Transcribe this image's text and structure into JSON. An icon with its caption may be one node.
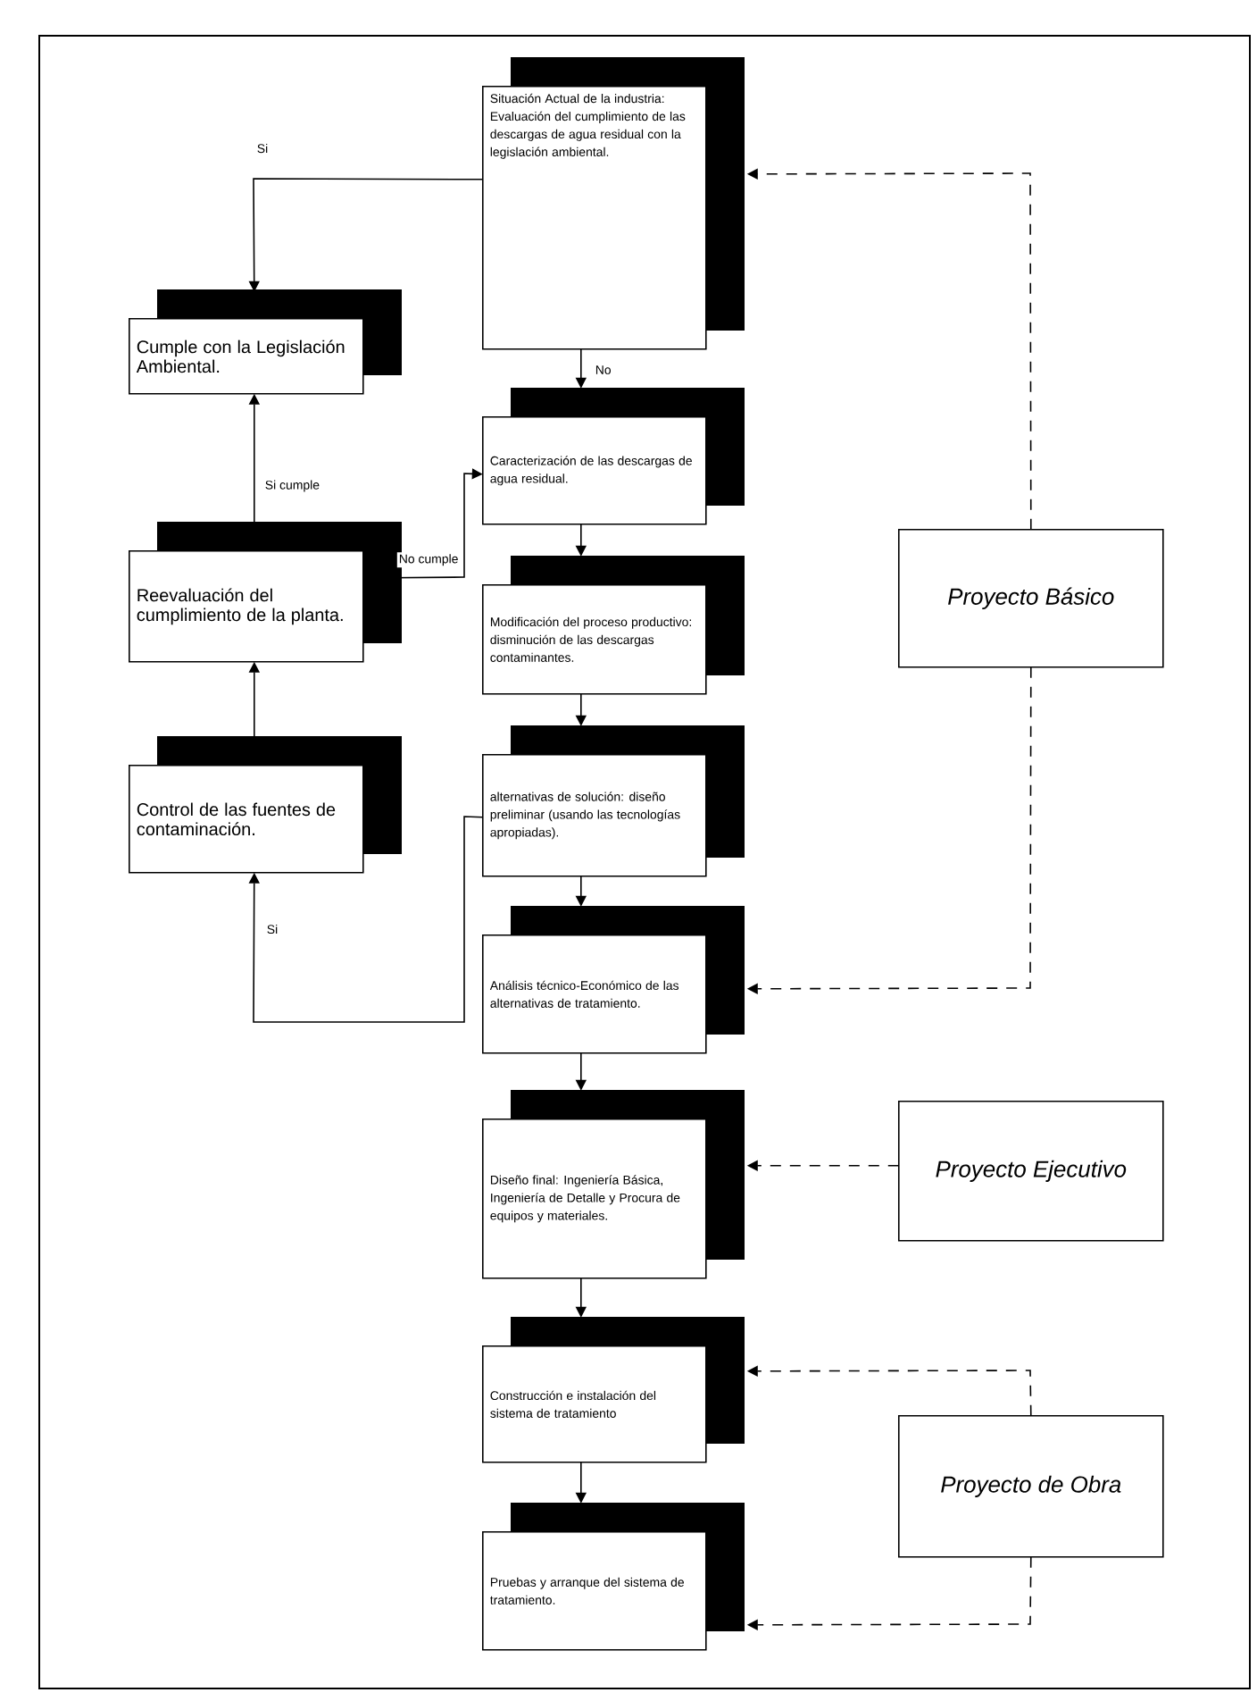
{
  "diagram": {
    "nodes": [
      {
        "text": [
          "Situación Actual de la industria:",
          "Evaluación del cumplimiento de las descargas de agua residual con la legislación ambiental."
        ]
      },
      {
        "text": [
          "Cumple con la Legislación Ambiental."
        ]
      },
      {
        "text": [
          "Caracterización de las descargas de agua residual."
        ]
      },
      {
        "text": [
          "Reevaluación del cumplimiento de la planta."
        ]
      },
      {
        "text": [
          "Modificación del proceso productivo: disminución de las descargas contaminantes."
        ]
      },
      {
        "text": [
          "Control de las fuentes de contaminación."
        ]
      },
      {
        "text": [
          "alternativas de solución: diseño preliminar (usando las tecnologías apropiadas)."
        ]
      },
      {
        "text": [
          "Análisis técnico-Económico de las alternativas de tratamiento."
        ]
      },
      {
        "text": [
          "Diseño final: Ingeniería Básica, Ingeniería de Detalle y Procura de equipos y materiales."
        ]
      },
      {
        "text": [
          "Construcción e instalación del sistema de tratamiento"
        ]
      },
      {
        "text": [
          "Pruebas y arranque del sistema de tratamiento."
        ]
      },
      {
        "text": [
          "Proyecto Básico"
        ]
      },
      {
        "text": [
          "Proyecto Ejecutivo"
        ]
      },
      {
        "text": [
          "Proyecto de Obra"
        ]
      }
    ],
    "edges": [
      {
        "from": 0,
        "to": 1,
        "arrow": "to",
        "label": "Si"
      },
      {
        "from": 0,
        "to": 2,
        "arrow": "to",
        "label": "No"
      },
      {
        "from": 3,
        "to": 1,
        "arrow": "to",
        "label": "Si cumple"
      },
      {
        "from": 3,
        "to": 2,
        "arrow": "to",
        "label": "No cumple"
      },
      {
        "from": 2,
        "to": 4,
        "arrow": "to"
      },
      {
        "from": 4,
        "to": 6,
        "arrow": "to"
      },
      {
        "from": 5,
        "to": 3,
        "arrow": "to"
      },
      {
        "from": 6,
        "to": 5,
        "arrow": "to",
        "label": "Si"
      },
      {
        "from": 6,
        "to": 7,
        "arrow": "to"
      },
      {
        "from": 7,
        "to": 8,
        "arrow": "to"
      },
      {
        "from": 8,
        "to": 9,
        "arrow": "to"
      },
      {
        "from": 9,
        "to": 10,
        "arrow": "to"
      },
      {
        "from": 11,
        "to": 0,
        "arrow": "to",
        "style": "dashed"
      },
      {
        "from": 11,
        "to": 7,
        "arrow": "to",
        "style": "dashed"
      },
      {
        "from": 12,
        "to": 8,
        "arrow": "to",
        "style": "dashed"
      },
      {
        "from": 13,
        "to": 9,
        "arrow": "to",
        "style": "dashed"
      },
      {
        "from": 13,
        "to": 10,
        "arrow": "to",
        "style": "dashed"
      }
    ]
  }
}
